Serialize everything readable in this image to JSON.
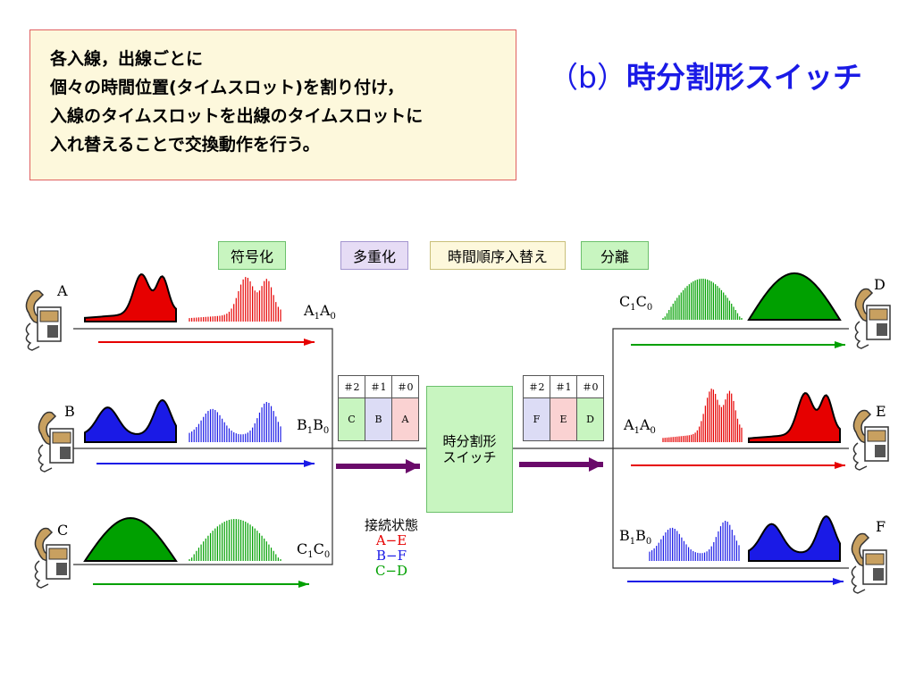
{
  "description": {
    "lines": [
      "各入線，出線ごとに",
      "個々の時間位置(タイムスロット)を割り付け，",
      "入線のタイムスロットを出線のタイムスロットに",
      "入れ替えることで交換動作を行う。"
    ]
  },
  "title": {
    "prefix": "（b）",
    "text": "時分割形スイッチ"
  },
  "stages": [
    "符号化",
    "多重化",
    "時間順序入替え",
    "分離"
  ],
  "inputs": [
    {
      "terminal": "A",
      "slot_label": "A",
      "slot_sub1": "1",
      "slot_sub0": "0",
      "color": "#e60000"
    },
    {
      "terminal": "B",
      "slot_label": "B",
      "slot_sub1": "1",
      "slot_sub0": "0",
      "color": "#1a1ae6"
    },
    {
      "terminal": "C",
      "slot_label": "C",
      "slot_sub1": "1",
      "slot_sub0": "0",
      "color": "#00a000"
    }
  ],
  "outputs": [
    {
      "terminal": "D",
      "slot_label": "C",
      "slot_sub1": "1",
      "slot_sub0": "0",
      "color": "#00a000"
    },
    {
      "terminal": "E",
      "slot_label": "A",
      "slot_sub1": "1",
      "slot_sub0": "0",
      "color": "#e60000"
    },
    {
      "terminal": "F",
      "slot_label": "B",
      "slot_sub1": "1",
      "slot_sub0": "0",
      "color": "#1a1ae6"
    }
  ],
  "frame_in": {
    "headers": [
      "＃2",
      "＃1",
      "＃0"
    ],
    "cells": [
      "C",
      "B",
      "A"
    ],
    "colors": [
      "#c8f5c0",
      "#dcdcf5",
      "#fad2d2"
    ]
  },
  "frame_out": {
    "headers": [
      "＃2",
      "＃1",
      "＃0"
    ],
    "cells": [
      "F",
      "E",
      "D"
    ],
    "colors": [
      "#dcdcf5",
      "#fad2d2",
      "#c8f5c0"
    ]
  },
  "switch": {
    "line1": "時分割形",
    "line2": "スイッチ"
  },
  "connection": {
    "title": "接続状態",
    "pairs": [
      {
        "text": "A−E",
        "color": "#e60000"
      },
      {
        "text": "B−F",
        "color": "#1a1ae6"
      },
      {
        "text": "C−D",
        "color": "#00a000"
      }
    ]
  },
  "colors": {
    "bus_arrow": "#6a0a6a",
    "line": "#333333"
  }
}
